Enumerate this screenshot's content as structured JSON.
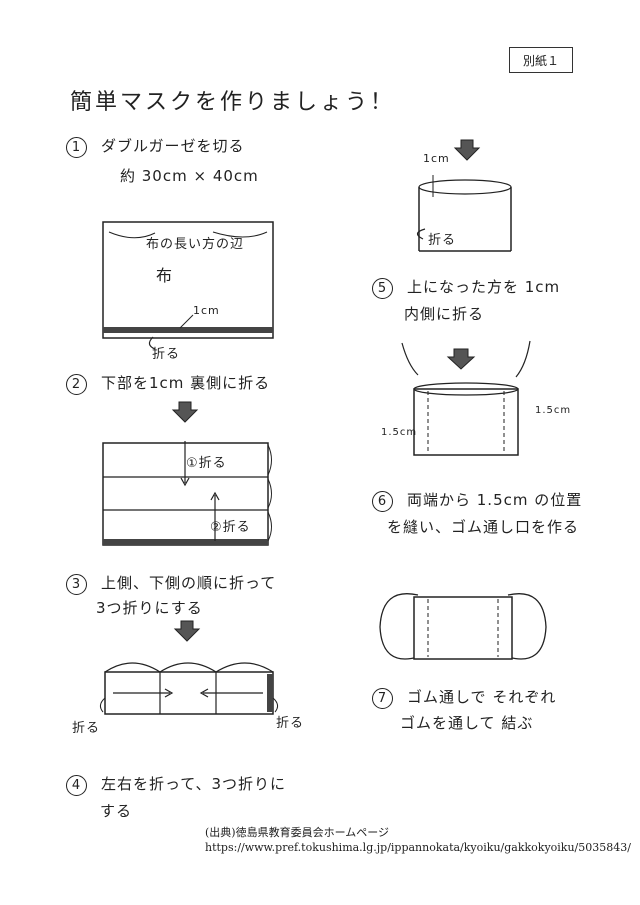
{
  "tag": "別紙１",
  "title": "簡単マスクを作りましょう！",
  "steps": {
    "s1": {
      "num": "1",
      "line1": "ダブルガーゼを切る",
      "line2": "約 30cm × 40cm"
    },
    "s2": {
      "num": "2",
      "text": "下部を1cm 裏側に折る"
    },
    "s3": {
      "num": "3",
      "line1": "上側、下側の順に折って",
      "line2": "3つ折りにする"
    },
    "s4": {
      "num": "4",
      "line1": "左右を折って、3つ折りに",
      "line2": "する"
    },
    "s5": {
      "num": "5",
      "line1": "上になった方を 1cm",
      "line2": "内側に折る"
    },
    "s6": {
      "num": "6",
      "line1": "両端から 1.5cm の位置",
      "line2": "を縫い、ゴム通し口を作る"
    },
    "s7": {
      "num": "7",
      "line1": "ゴム通しで それぞれ",
      "line2": "ゴムを通して 結ぶ"
    }
  },
  "labels": {
    "long_side": "布の長い方の辺",
    "cloth": "布",
    "one_cm": "1cm",
    "fold": "折る",
    "fold_a": "①折る",
    "fold_b": "②折る",
    "one_five_cm": "1.5cm"
  },
  "footer": {
    "source": "(出典)徳島県教育委員会ホームページ",
    "url": "https://www.pref.tokushima.lg.jp/ippannokata/kyoiku/gakkokyoiku/5035843/"
  }
}
